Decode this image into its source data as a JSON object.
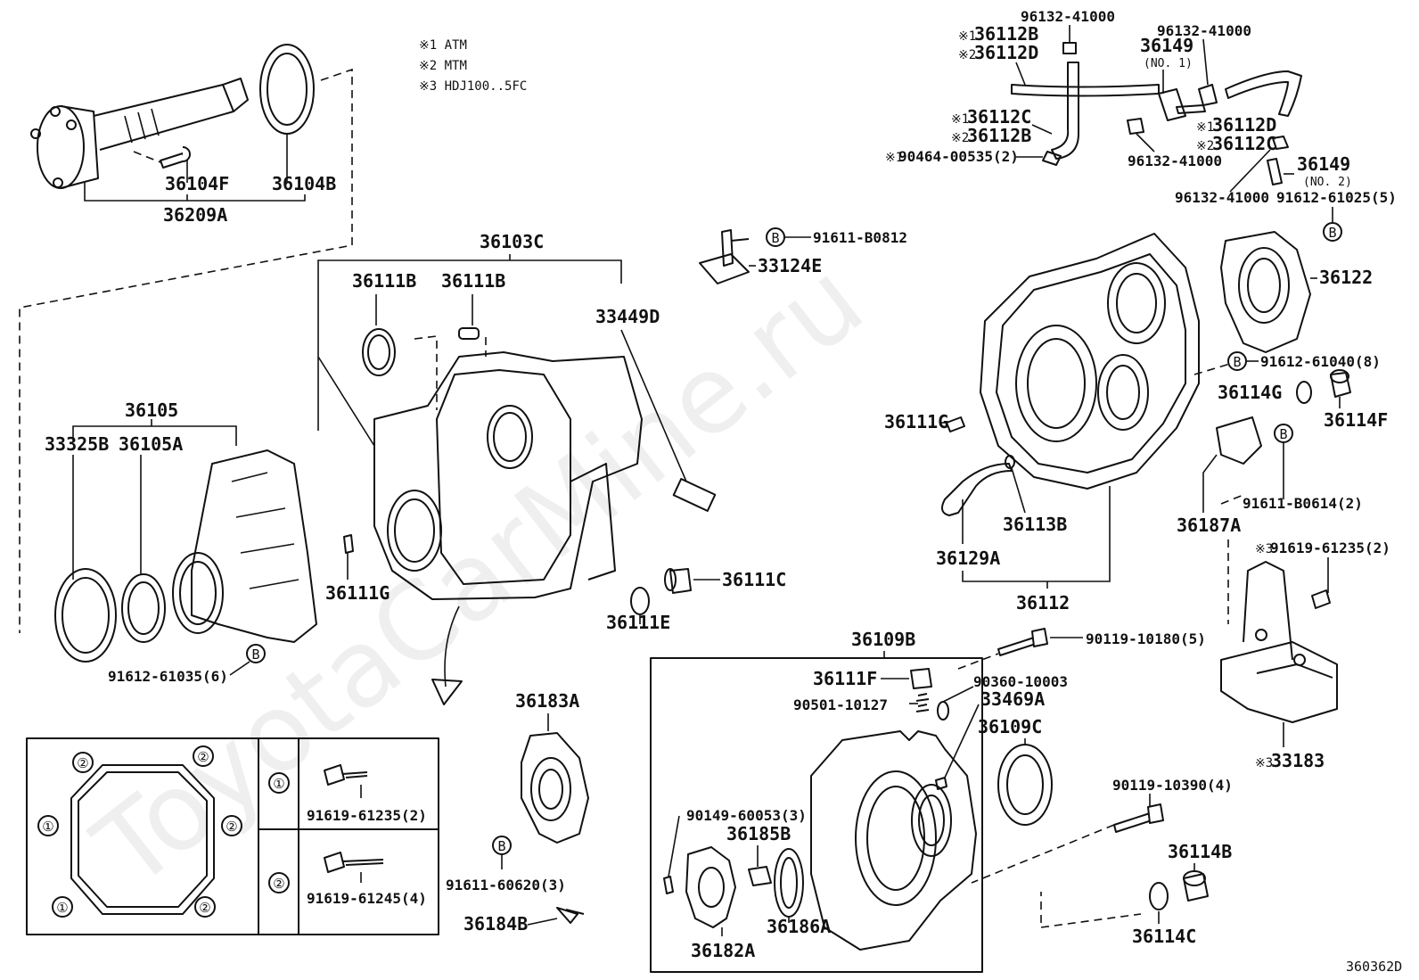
{
  "watermark": "ToyotaCarMine.ru",
  "diagram_code": "360362D",
  "notes": [
    "※1 ATM",
    "※2 MTM",
    "※3 HDJ100..5FC"
  ],
  "labels": {
    "p36104F": "36104F",
    "p36104B": "36104B",
    "p36209A": "36209A",
    "p36103C": "36103C",
    "p36111B_1": "36111B",
    "p36111B_2": "36111B",
    "p33449D": "33449D",
    "p36105": "36105",
    "p33325B": "33325B",
    "p36105A": "36105A",
    "p36111G_1": "36111G",
    "p36111E": "36111E",
    "p36111C": "36111C",
    "p91612_61035": "91612-61035(6)",
    "p91611_B0812": "91611-B0812",
    "p33124E": "33124E",
    "p96132_41000_a": "96132-41000",
    "p96132_41000_b": "96132-41000",
    "p96132_41000_c": "96132-41000",
    "p96132_41000_d": "96132-41000",
    "p36112B_a": "36112B",
    "p36112D_a": "36112D",
    "p36112C_a": "36112C",
    "p36112B_b": "36112B",
    "p36112D_b": "36112D",
    "p36112C_b": "36112C",
    "p90464": "90464-00535(2)",
    "p36149_1": "36149",
    "p36149_1n": "(NO. 1)",
    "p36149_2": "36149",
    "p36149_2n": "(NO. 2)",
    "p91612_61025": "91612-61025(5)",
    "p36122": "36122",
    "p91612_61040": "91612-61040(8)",
    "p36114G": "36114G",
    "p36114F": "36114F",
    "p36111G_2": "36111G",
    "p36113B": "36113B",
    "p36129A": "36129A",
    "p36112": "36112",
    "p91611_B0614": "91611-B0614(2)",
    "p36187A": "36187A",
    "p91619_61235_3": "91619-61235(2)",
    "p33183": "33183",
    "p36109B": "36109B",
    "p90119_10180": "90119-10180(5)",
    "p36111F": "36111F",
    "p90360": "90360-10003",
    "p90501": "90501-10127",
    "p33469A": "33469A",
    "p36109C": "36109C",
    "p90149": "90149-60053(3)",
    "p36185B": "36185B",
    "p36182A": "36182A",
    "p36186A": "36186A",
    "p90119_10390": "90119-10390(4)",
    "p36114B": "36114B",
    "p36114C": "36114C",
    "p36183A": "36183A",
    "p91611_60620": "91611-60620(3)",
    "p36184B": "36184B",
    "legend_bolt1": "91619-61235(2)",
    "legend_bolt2": "91619-61245(4)"
  },
  "markers": {
    "note1": "※1",
    "note2": "※2",
    "note3": "※3",
    "circle1": "①",
    "circle2": "②",
    "ref_b": "B"
  }
}
